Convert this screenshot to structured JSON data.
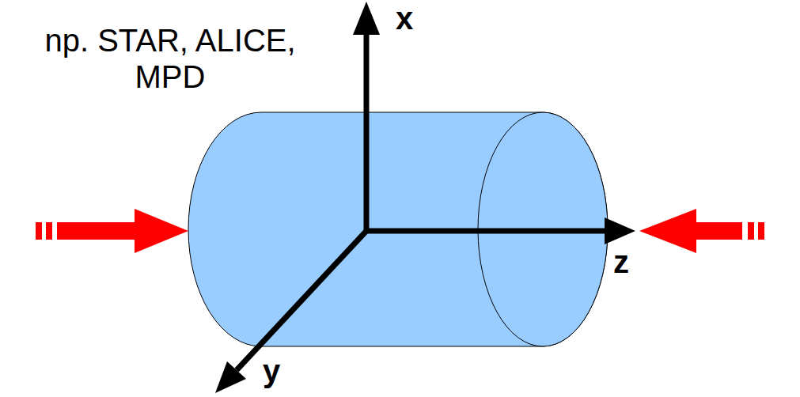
{
  "diagram": {
    "labels": [
      "np. STAR, ALICE, MPD",
      "x",
      "y",
      "z"
    ]
  }
}
